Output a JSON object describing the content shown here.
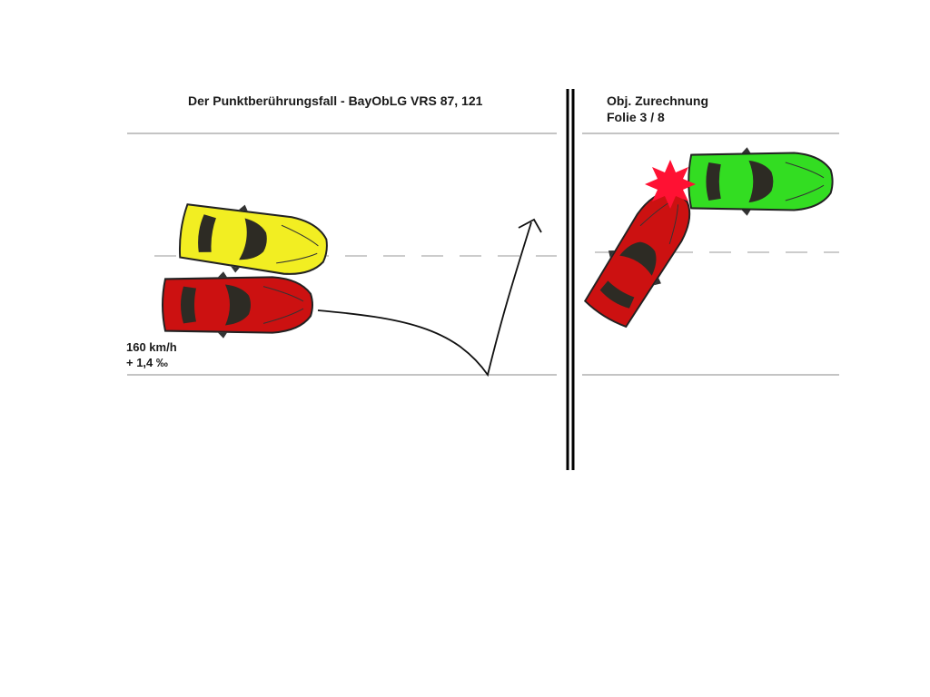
{
  "left_panel": {
    "title": "Der Punktberührungsfall  -  BayObLG VRS 87, 121",
    "speed_label": "160 km/h",
    "bac_label": "+ 1,4 ‰"
  },
  "right_panel": {
    "topic_label": "Obj. Zurechnung",
    "slide_label": "Folie 3 / 8"
  },
  "colors": {
    "yellow_car": "#f2ee22",
    "red_car": "#cc1111",
    "green_car": "#33dd22",
    "impact": "#ff1133",
    "road_line": "#888888",
    "divider": "#000000"
  }
}
